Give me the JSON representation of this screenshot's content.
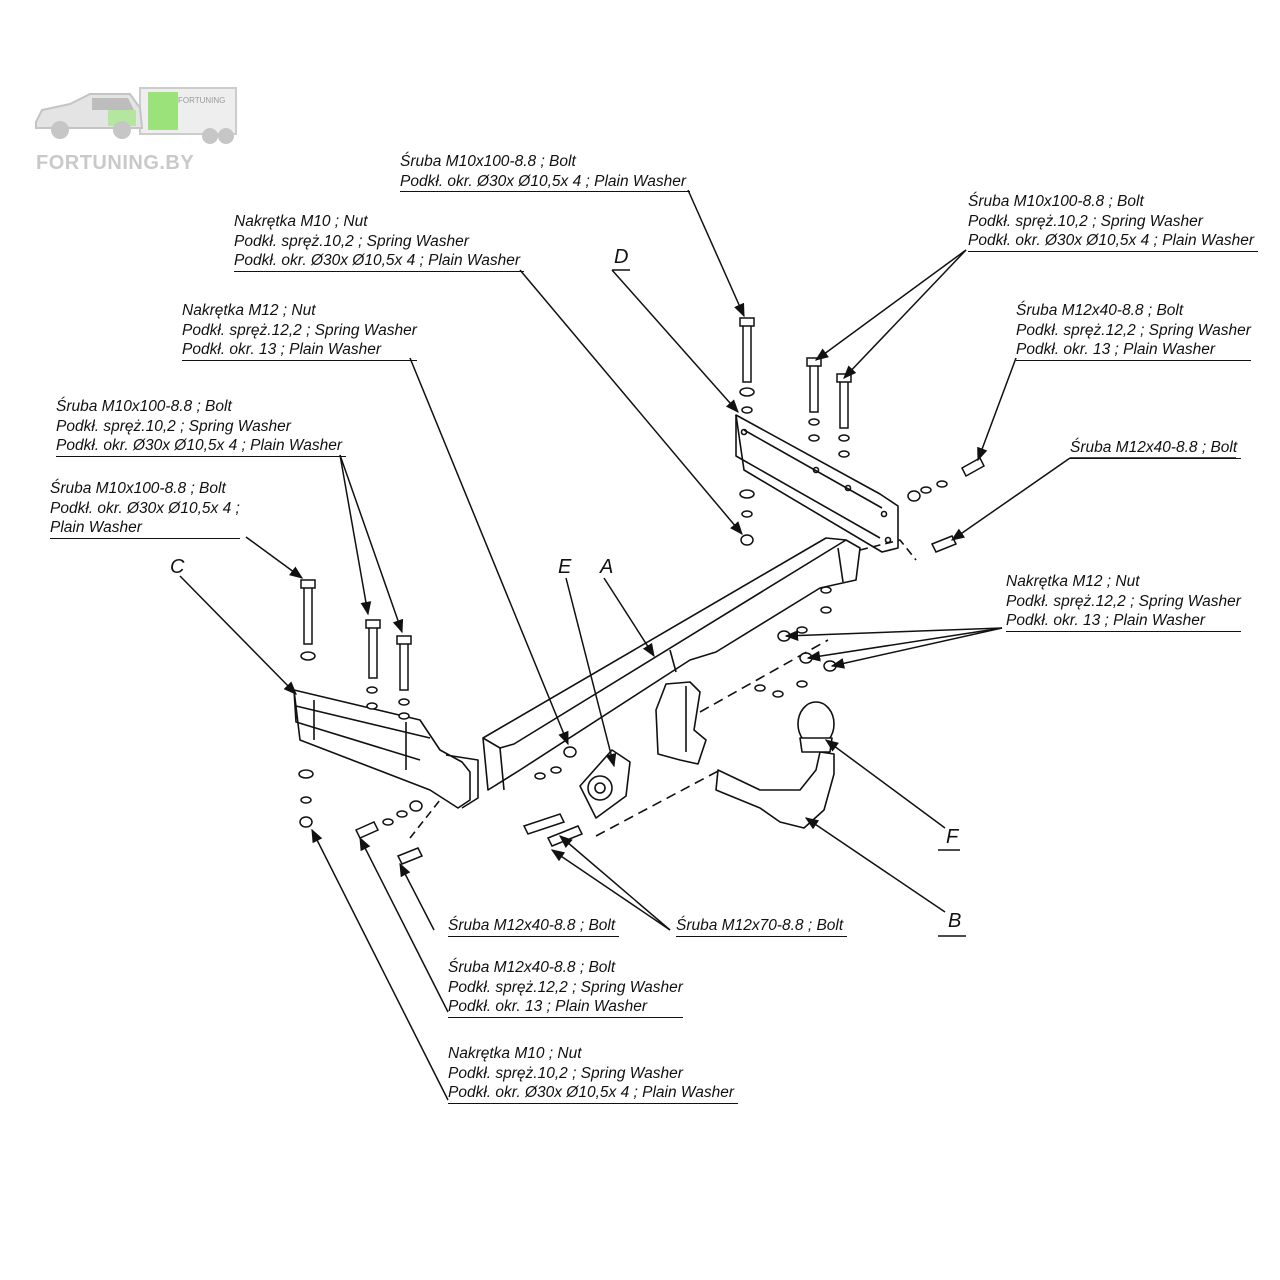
{
  "watermark": {
    "brand": "FORTUNING.BY",
    "trailer_text": "FORTUNING",
    "colors": {
      "text": "#c9c9c9",
      "accent": "#7ed957"
    }
  },
  "callouts": [
    {
      "id": "bolt-top-center",
      "lines": [
        "Śruba M10x100-8.8 ;  Bolt",
        "Podkł. okr.  Ø30x Ø10,5x 4 ; Plain Washer"
      ]
    },
    {
      "id": "bolt-top-right",
      "lines": [
        "Śruba M10x100-8.8 ;  Bolt",
        "Podkł. spręż.10,2 ; Spring Washer",
        "Podkł. okr.  Ø30x Ø10,5x 4 ; Plain Washer"
      ]
    },
    {
      "id": "nut-m10-top",
      "lines": [
        "Nakrętka  M10 ; Nut",
        "Podkł. spręż.10,2 ; Spring Washer",
        "Podkł. okr.  Ø30x Ø10,5x 4 ; Plain Washer"
      ]
    },
    {
      "id": "nut-m12-left",
      "lines": [
        "Nakrętka  M12 ; Nut",
        "Podkł. spręż.12,2 ; Spring Washer",
        "Podkł. okr. 13 ; Plain Washer"
      ]
    },
    {
      "id": "bolt-m12x40-right",
      "lines": [
        "Śruba M12x40-8.8 ;  Bolt",
        "Podkł. spręż.12,2 ; Spring Washer",
        "Podkł. okr. 13 ; Plain Washer"
      ]
    },
    {
      "id": "bolt-m10-left-a",
      "lines": [
        "Śruba M10x100-8.8 ;  Bolt",
        "Podkł. spręż.10,2 ; Spring Washer",
        "Podkł. okr.  Ø30x Ø10,5x 4 ; Plain Washer"
      ]
    },
    {
      "id": "bolt-m12x40-single-right",
      "lines": [
        "Śruba M12x40-8.8 ;  Bolt"
      ]
    },
    {
      "id": "bolt-m10-left-b",
      "lines": [
        "Śruba M10x100-8.8 ;  Bolt",
        "Podkł. okr.  Ø30x Ø10,5x 4 ;",
        "Plain Washer"
      ]
    },
    {
      "id": "nut-m12-right",
      "lines": [
        "Nakrętka  M12 ; Nut",
        "Podkł. spręż.12,2 ; Spring Washer",
        "Podkł. okr. 13 ; Plain Washer"
      ]
    },
    {
      "id": "bolt-m12x40-bottom",
      "lines": [
        "Śruba M12x40-8.8 ;  Bolt"
      ]
    },
    {
      "id": "bolt-m12x70-bottom",
      "lines": [
        "Śruba M12x70-8.8 ;  Bolt"
      ]
    },
    {
      "id": "bolt-m12x40-bottom-set",
      "lines": [
        "Śruba M12x40-8.8 ;  Bolt",
        "Podkł. spręż.12,2 ; Spring Washer",
        "Podkł. okr. 13 ; Plain Washer"
      ]
    },
    {
      "id": "nut-m10-bottom",
      "lines": [
        "Nakrętka  M10 ; Nut",
        "Podkł. spręż.10,2 ; Spring Washer",
        "Podkł. okr.  Ø30x Ø10,5x 4 ; Plain Washer"
      ]
    }
  ],
  "part_letters": {
    "A": "A",
    "B": "B",
    "C": "C",
    "D": "D",
    "E": "E",
    "F": "F"
  }
}
